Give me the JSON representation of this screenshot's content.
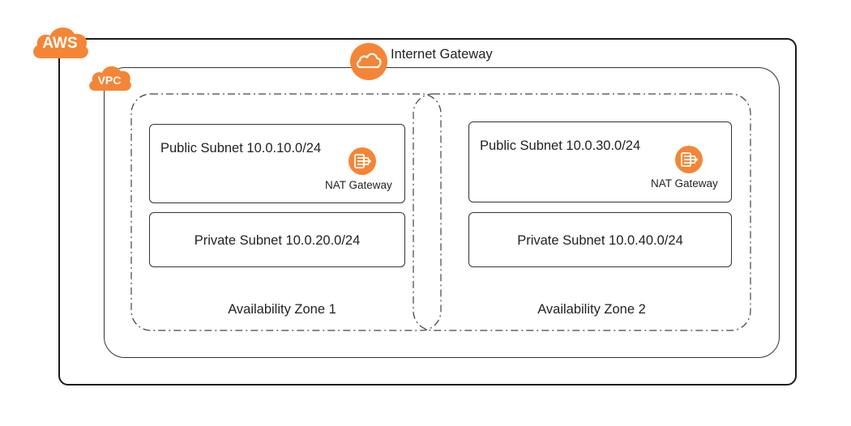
{
  "aws": {
    "badge": "AWS",
    "color": "#F58536"
  },
  "vpc": {
    "badge": "VPC"
  },
  "internet_gateway": {
    "label": "Internet Gateway",
    "icon": "cloud-icon"
  },
  "zones": [
    {
      "label": "Availability Zone 1",
      "public_subnet": {
        "label": "Public Subnet 10.0.10.0/24",
        "nat_label": "NAT Gateway",
        "icon": "nat-gateway-icon"
      },
      "private_subnet": {
        "label": "Private Subnet 10.0.20.0/24"
      }
    },
    {
      "label": "Availability Zone 2",
      "public_subnet": {
        "label": "Public Subnet 10.0.30.0/24",
        "nat_label": "NAT Gateway",
        "icon": "nat-gateway-icon"
      },
      "private_subnet": {
        "label": "Private Subnet 10.0.40.0/24"
      }
    }
  ]
}
